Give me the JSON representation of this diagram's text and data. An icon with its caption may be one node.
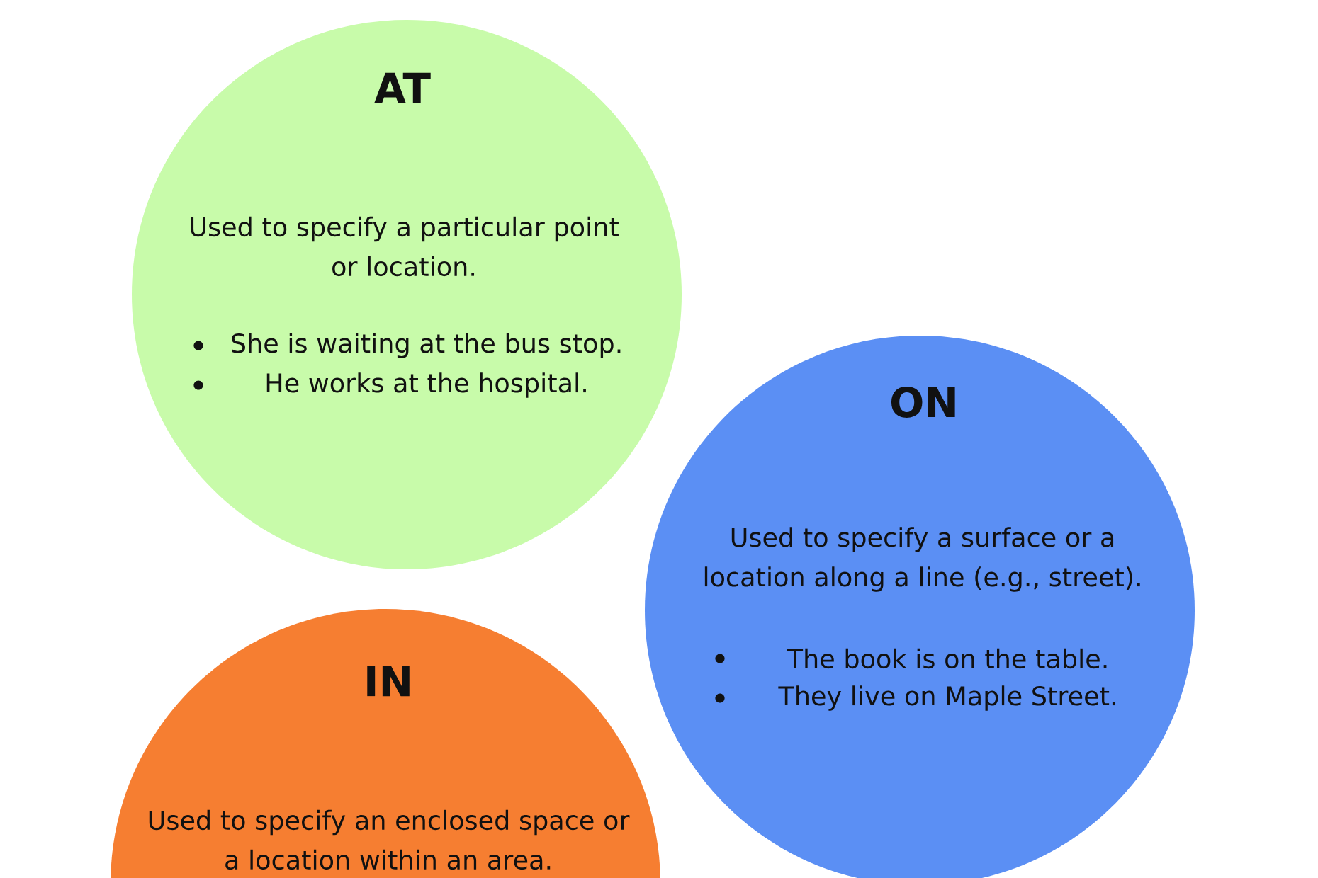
{
  "diagram": {
    "nodes": [
      {
        "text": [
          "AT",
          "Used to specify a particular point or location.",
          "She is waiting at the bus stop.",
          "He works at the hospital."
        ]
      },
      {
        "text": [
          "ON",
          "Used to specify a surface or a location along a line (e.g., street).",
          "The book is on the table.",
          "They live on Maple Street."
        ]
      },
      {
        "text": [
          "IN",
          "Used to specify an enclosed space or a location within an area."
        ]
      }
    ]
  }
}
